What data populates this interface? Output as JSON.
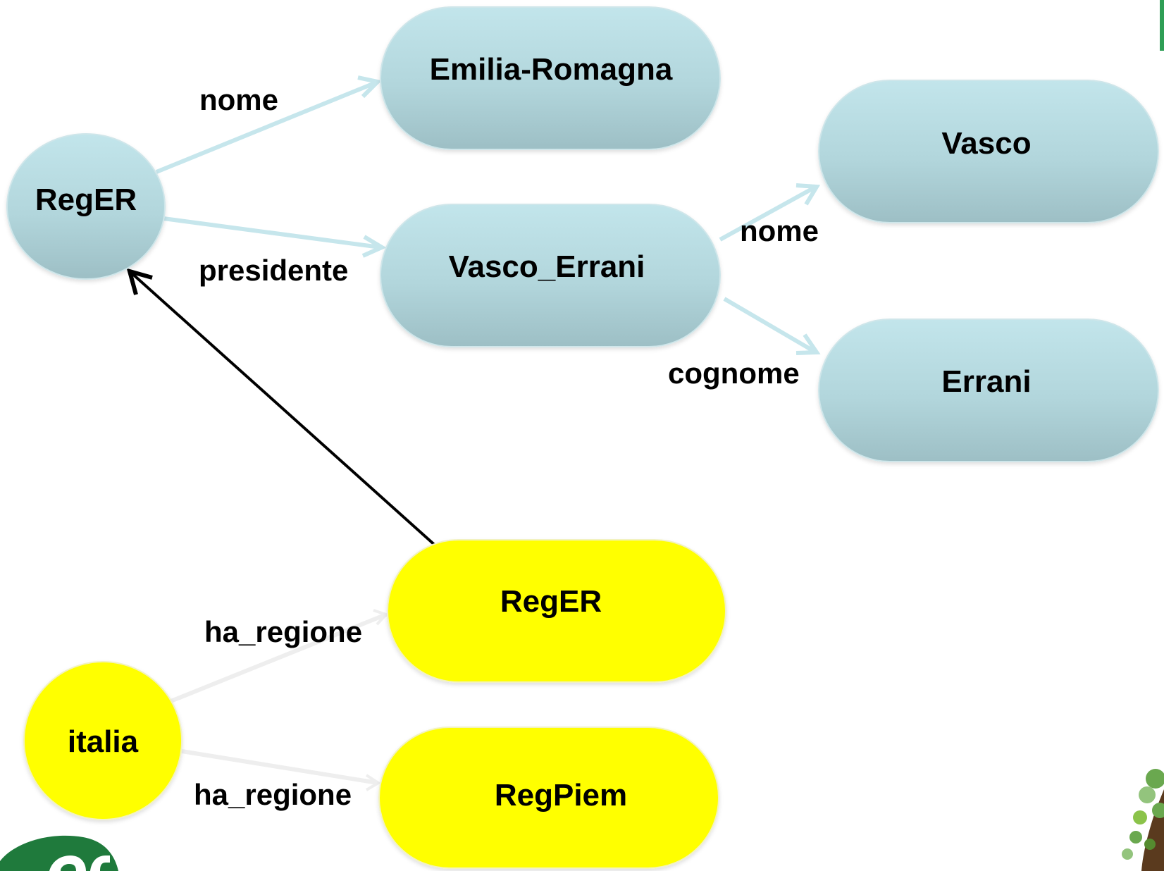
{
  "nodes": {
    "reger_top": "RegER",
    "emilia_romagna": "Emilia-Romagna",
    "vasco_errani": "Vasco_Errani",
    "vasco": "Vasco",
    "errani": "Errani",
    "reger_yellow": "RegER",
    "italia": "italia",
    "regpiem": "RegPiem"
  },
  "edges": {
    "reger_nome": "nome",
    "reger_presidente": "presidente",
    "vasco_nome": "nome",
    "vasco_cognome": "cognome",
    "italia_ha_regione_1": "ha_regione",
    "italia_ha_regione_2": "ha_regione"
  },
  "colors": {
    "blue_top": "#bfe3e9",
    "blue_bottom": "#9fc2c8",
    "yellow": "#ffff00",
    "light_edge": "#c6e6ec",
    "faint_edge": "#eeeeee",
    "link_edge": "#000000",
    "logo_green": "#1f7a3c",
    "accent_green": "#2e9e55"
  }
}
